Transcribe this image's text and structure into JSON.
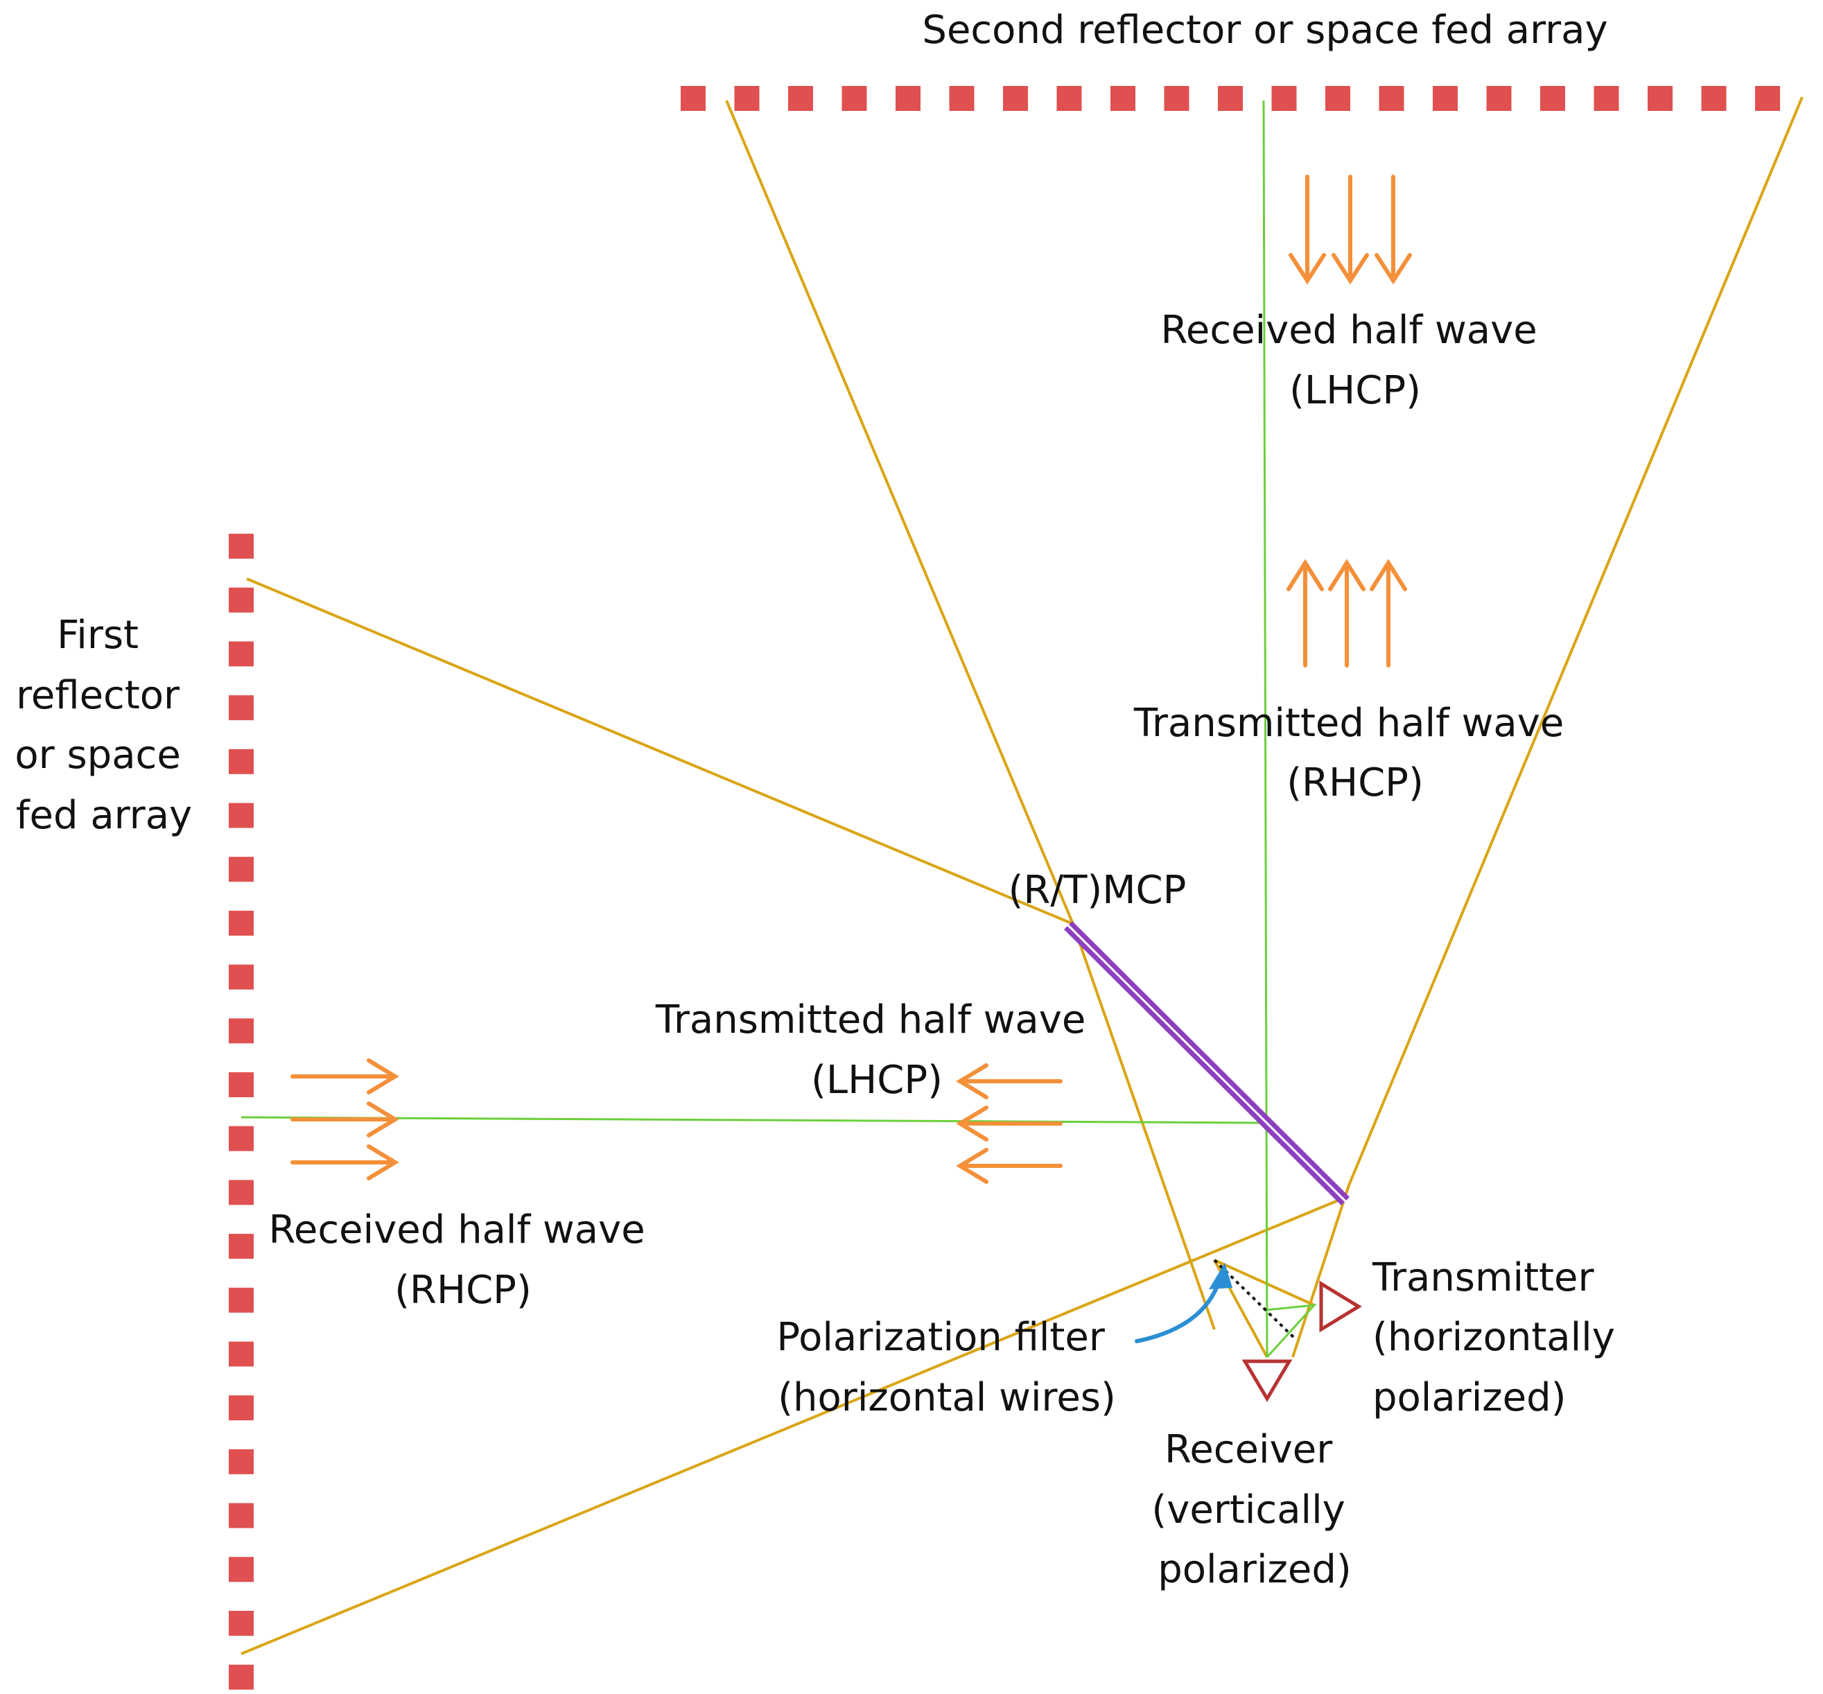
{
  "labels": {
    "second_reflector": "Second reflector or space fed array",
    "first_reflector": [
      "First",
      "reflector",
      "or space",
      "fed array"
    ],
    "received_lhcp": [
      "Received half wave",
      "(LHCP)"
    ],
    "transmitted_rhcp": [
      "Transmitted half wave",
      "(RHCP)"
    ],
    "mcp": "(R/T)MCP",
    "transmitted_lhcp": [
      "Transmitted half wave",
      "(LHCP)"
    ],
    "received_rhcp": [
      "Received half wave",
      "(RHCP)"
    ],
    "polarization_filter": [
      "Polarization filter",
      "(horizontal wires)"
    ],
    "transmitter": [
      "Transmitter",
      "(horizontally",
      "polarized)"
    ],
    "receiver": [
      "Receiver",
      "(vertically",
      "polarized)"
    ]
  },
  "colors": {
    "reflector": "#e05050",
    "ray": "#d9a514",
    "beam_axis": "#6ccf3c",
    "wave_arrow": "#f4903a",
    "mcp_plate": "#8e3fc0",
    "antenna": "#b83232",
    "filter_pointer": "#2a8fd4",
    "text": "#111111"
  }
}
